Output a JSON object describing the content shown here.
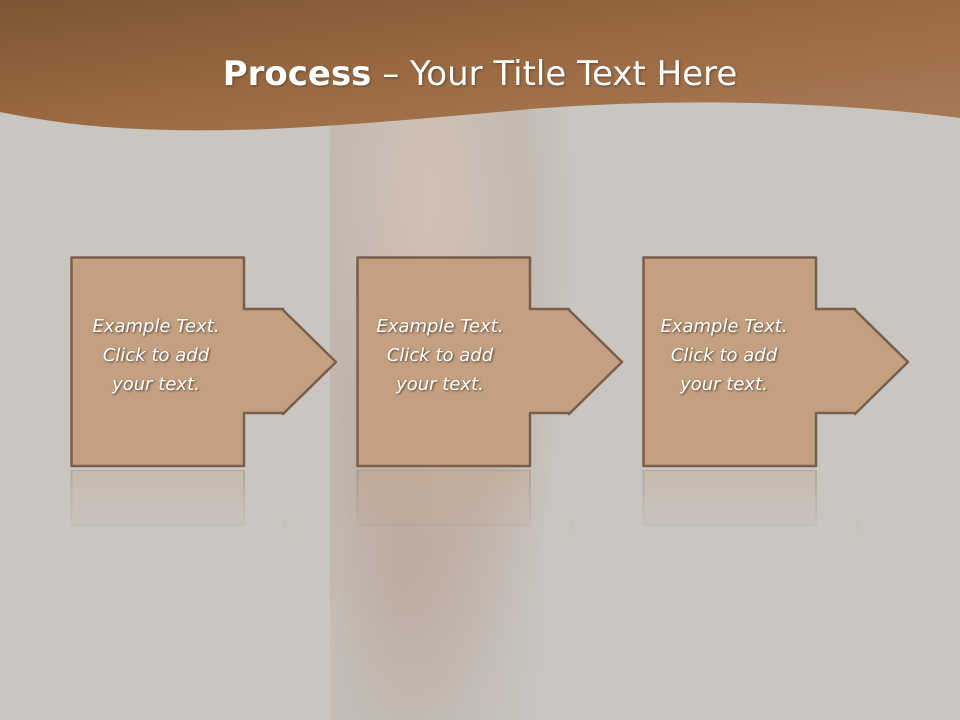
{
  "slide": {
    "title_bold": "Process",
    "title_rest": " – Your Title Text Here"
  },
  "colors": {
    "header": "#9c6a43",
    "box_fill": "#c4a080",
    "box_border": "#7a5e4c",
    "background": "#c9c5c1"
  },
  "steps": [
    {
      "line1": "Example Text.",
      "line2": "Click  to add",
      "line3": "your text."
    },
    {
      "line1": "Example Text.",
      "line2": "Click  to add",
      "line3": "your text."
    },
    {
      "line1": "Example Text.",
      "line2": "Click  to add",
      "line3": "your text."
    }
  ]
}
